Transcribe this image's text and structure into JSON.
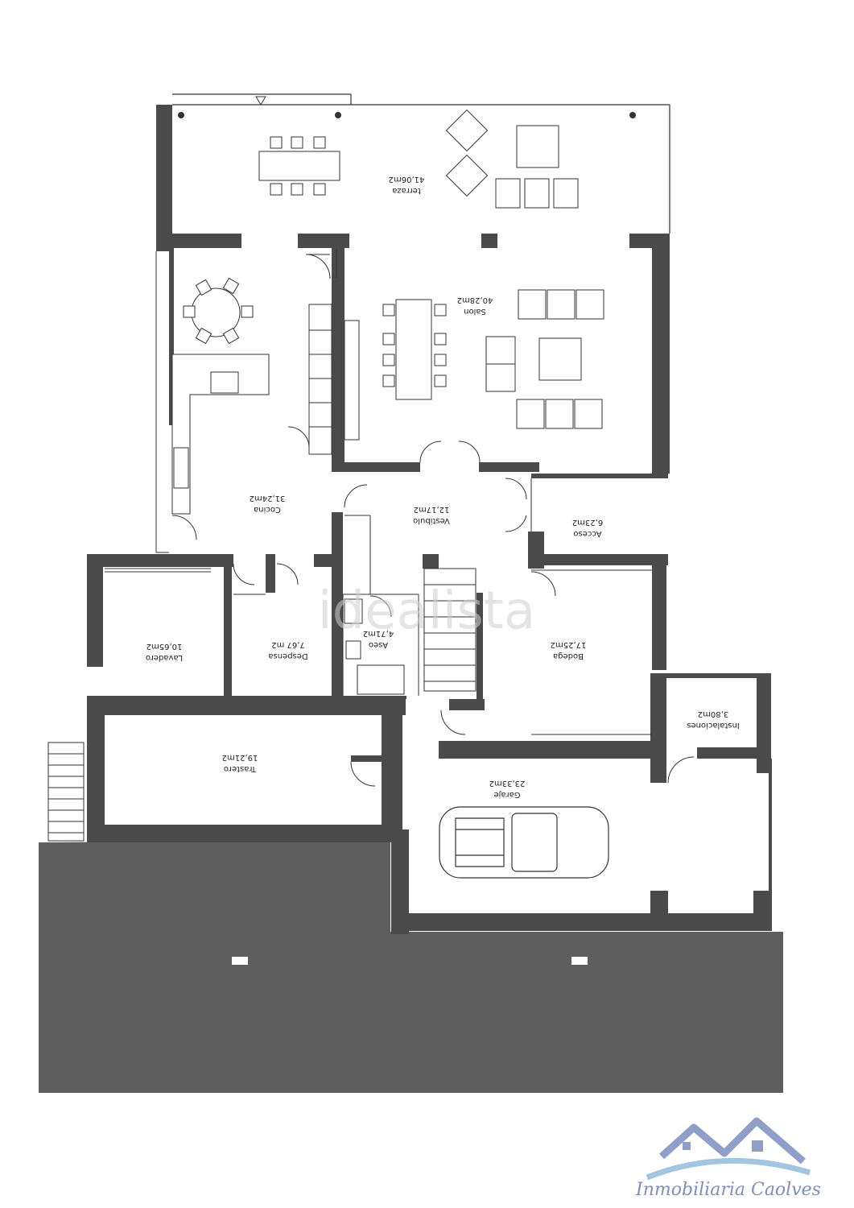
{
  "colors": {
    "wall": "#4a4a4a",
    "outdoor": "#5e5e5e",
    "line": "#333333",
    "brand": "#7c8fbf",
    "brand_wave": "#9fc6e2"
  },
  "rooms": [
    {
      "id": "terraza",
      "name": "terraza",
      "area": "41,06m2"
    },
    {
      "id": "salon",
      "name": "Salon",
      "area": "40,28m2"
    },
    {
      "id": "cocina",
      "name": "Cocina",
      "area": "31,24m2"
    },
    {
      "id": "vestibulo",
      "name": "Vestibulo",
      "area": "12,17m2"
    },
    {
      "id": "acceso",
      "name": "Acceso",
      "area": "6,23m2"
    },
    {
      "id": "lavadero",
      "name": "Lavadero",
      "area": "10,65m2"
    },
    {
      "id": "despensa",
      "name": "Despensa",
      "area": "7,67 m2"
    },
    {
      "id": "aseo",
      "name": "Aseo",
      "area": "4,71m2"
    },
    {
      "id": "bodega",
      "name": "Bodega",
      "area": "17,25m2"
    },
    {
      "id": "instalaciones",
      "name": "Instalaciones",
      "area": "3,80m2"
    },
    {
      "id": "trastero",
      "name": "Trastero",
      "area": "19,21m2"
    },
    {
      "id": "garaje",
      "name": "Garaje",
      "area": "23,33m2"
    }
  ],
  "watermark": "idealista",
  "brand": {
    "name": "Inmobiliaria Caolves",
    "icon": "house-roofs-logo"
  }
}
